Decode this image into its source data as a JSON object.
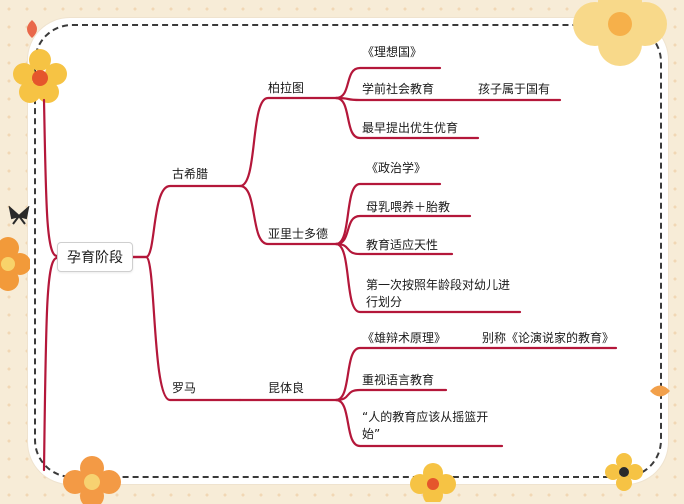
{
  "colors": {
    "branch": "#b4173a",
    "accent_flower": "#f4a23c",
    "page_bg": "#f7ecd7"
  },
  "root": {
    "label": "孕育阶段"
  },
  "ancient_greece": {
    "label": "古希腊",
    "plato": {
      "label": "柏拉图",
      "items": [
        "《理想国》",
        "学前社会教育",
        "最早提出优生优育"
      ],
      "note": "孩子属于国有"
    },
    "aristotle": {
      "label": "亚里士多德",
      "items": [
        "《政治学》",
        "母乳喂养＋胎教",
        "教育适应天性",
        "第一次按照年龄段对幼儿进行划分"
      ]
    }
  },
  "rome": {
    "label": "罗马",
    "quintilian": {
      "label": "昆体良",
      "items": [
        "《雄辩术原理》",
        "重视语言教育",
        "“人的教育应该从摇篮开始”"
      ],
      "note": "别称《论演说家的教育》"
    }
  }
}
